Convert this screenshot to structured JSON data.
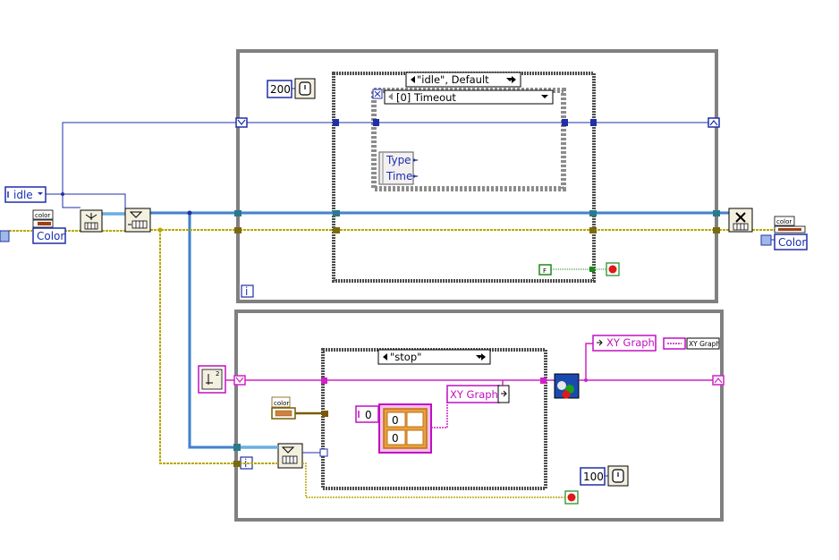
{
  "colors": {
    "loop_border": "#808080",
    "case_border": "#4d4d4d",
    "enum_wire": "#1f2fa8",
    "cluster_wire": "#7a5a00",
    "error_wire": "#b8a800",
    "queue_wire": "#6aaee0",
    "graph_wire": "#d020c8",
    "bool_wire": "#1a8a1a",
    "stop_red": "#e01818"
  },
  "state_enum": {
    "value": "idle"
  },
  "color_control_in": {
    "caption": "color",
    "label": "Color"
  },
  "color_indicator_out": {
    "caption": "color",
    "label": "Color"
  },
  "event_loop": {
    "wait_ms": "200",
    "case_selector": "\"idle\", Default",
    "event_selector": "[0] Timeout",
    "event_data": [
      "Type",
      "Time"
    ],
    "iteration": "i"
  },
  "ui_loop": {
    "wait_ms": "100",
    "case_selector": "\"stop\"",
    "iteration": "i",
    "color_caption": "color",
    "array_index": "0",
    "cluster_values": [
      "0",
      "0"
    ],
    "graph_local": "XY Graph",
    "graph_property_node": "XY Graph",
    "graph_ref": "XY Graph",
    "queue_ref_count": "2"
  },
  "constants": {
    "false": "F"
  }
}
